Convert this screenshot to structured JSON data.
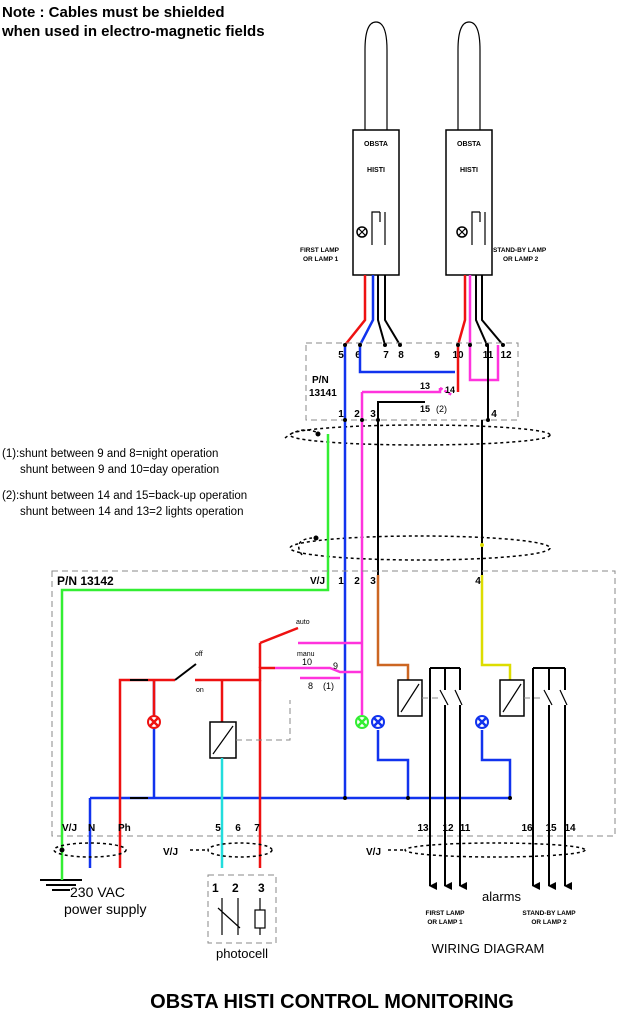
{
  "note": {
    "line1": "Note : Cables must be shielded",
    "line2": "when used in electro-magnetic fields"
  },
  "lamps": [
    {
      "brand": "OBSTA",
      "model": "HISTI",
      "label1": "FIRST LAMP",
      "label2": "OR LAMP 1"
    },
    {
      "brand": "OBSTA",
      "model": "HISTI",
      "label1": "STAND-BY LAMP",
      "label2": "OR LAMP 2"
    }
  ],
  "box1": {
    "pn1": "P/N",
    "pn2": "13141",
    "top_terminals": [
      "5",
      "6",
      "7",
      "8",
      "9",
      "10",
      "11",
      "12"
    ],
    "inner_terminals": [
      "13",
      "14",
      "15"
    ],
    "shunt2_mark": "(2)",
    "bottom_terminals": [
      "1",
      "2",
      "3",
      "4"
    ]
  },
  "shunts": {
    "s1a": "(1):shunt between 9 and 8=night operation",
    "s1b": "shunt between 9 and 10=day operation",
    "s2a": "(2):shunt between 14 and 15=back-up operation",
    "s2b": "shunt between 14 and 13=2 lights operation"
  },
  "box2": {
    "title": "P/N 13142",
    "top_terminals": [
      "V/J",
      "1",
      "2",
      "3",
      "4"
    ],
    "switch_off": "off",
    "switch_on": "on",
    "switch_auto": "auto",
    "switch_manu": "manu",
    "sel_10": "10",
    "sel_9": "9",
    "sel_8": "8",
    "sel_mark": "(1)",
    "bottom_terminals": [
      "V/J",
      "N",
      "Ph",
      "5",
      "6",
      "7",
      "13",
      "12",
      "11",
      "16",
      "15",
      "14"
    ]
  },
  "power": {
    "line1": "230 VAC",
    "line2": "power supply"
  },
  "vj_labels": [
    "V/J",
    "V/J",
    "V/J"
  ],
  "photocell": {
    "label": "photocell",
    "terminals": [
      "1",
      "2",
      "3"
    ]
  },
  "alarms": {
    "label": "alarms",
    "l1a": "FIRST LAMP",
    "l1b": "OR LAMP 1",
    "l2a": "STAND-BY LAMP",
    "l2b": "OR LAMP 2"
  },
  "diagram_label": "WIRING DIAGRAM",
  "main_title": "OBSTA HISTI CONTROL MONITORING"
}
